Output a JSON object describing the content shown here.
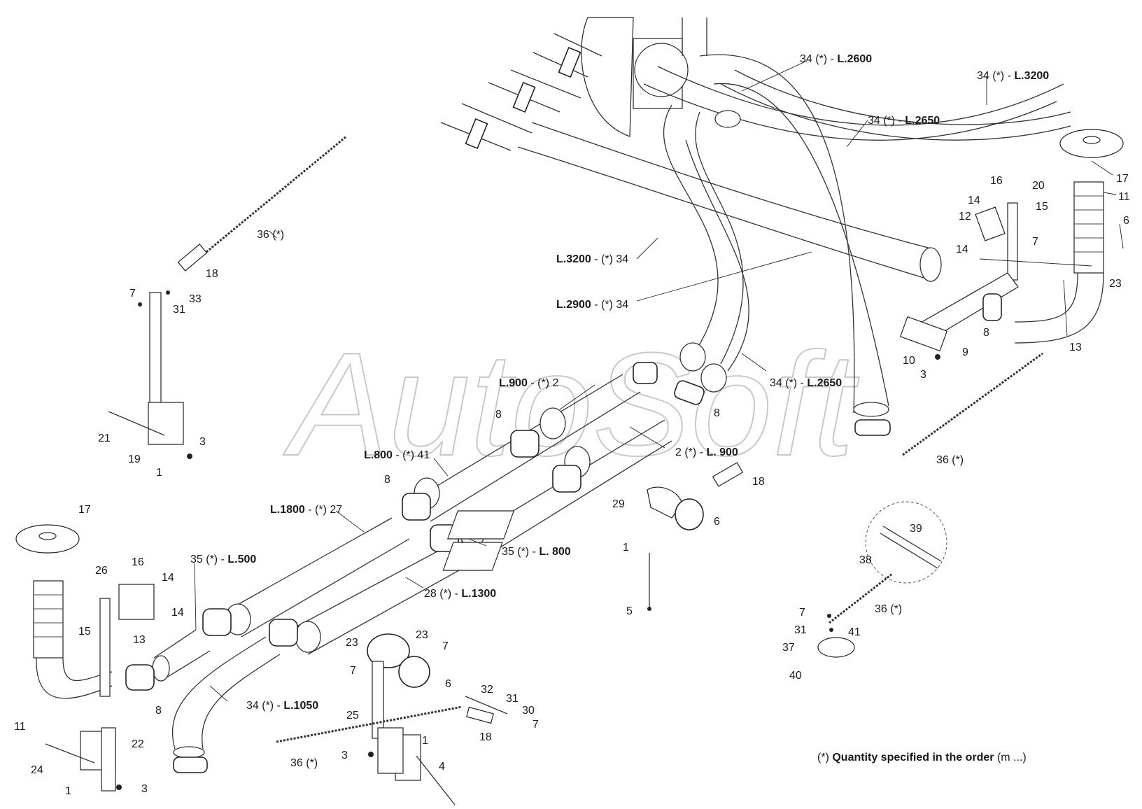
{
  "watermark": "AutoSoft",
  "note": {
    "prefix": "(*)",
    "bold": "Quantity specified in the order",
    "suffix": "(m ...)"
  },
  "labels": {
    "l34_2600": [
      "34 (*) - ",
      "L.2600"
    ],
    "l34_3200_top": [
      "34 (*) - ",
      "L.3200"
    ],
    "l34_2650_top": [
      "34 (*) - ",
      "L.2650"
    ],
    "l34_3200_left": [
      "L.3200",
      " - (*) 34"
    ],
    "l34_2900": [
      "L.2900",
      " - (*) 34"
    ],
    "l34_2650_mid": [
      "34 (*) - ",
      "L.2650"
    ],
    "l2_900_top": [
      "L.900",
      " - (*) 2"
    ],
    "l2_900": [
      "2 (*) - ",
      "L. 900"
    ],
    "l41_800": [
      "L.800",
      " - (*) 41"
    ],
    "l27_1800": [
      "L.1800",
      " - (*) 27"
    ],
    "l35_500": [
      "35 (*) - ",
      "L.500"
    ],
    "l35_800": [
      "35 (*) - ",
      "L. 800"
    ],
    "l28_1300": [
      "28 (*) - ",
      "L.1300"
    ],
    "l34_1050": [
      "34 (*) - ",
      "L.1050"
    ]
  },
  "callouts": {
    "n36_tl": "36 (*)",
    "n18_tl": "18",
    "n33": "33",
    "n31_tl": "31",
    "n7_tl": "7",
    "n21": "21",
    "n19": "19",
    "n1_tl": "1",
    "n3_tl": "3",
    "n17_r": "17",
    "n11_r": "11",
    "n16_r": "16",
    "n20": "20",
    "n14_r1": "14",
    "n15_r": "15",
    "n12": "12",
    "n7_r": "7",
    "n6_r": "6",
    "n14_r2": "14",
    "n23_r": "23",
    "n8_r": "8",
    "n10": "10",
    "n9": "9",
    "n3_r": "3",
    "n13_r": "13",
    "n36_r": "36 (*)",
    "n8_a": "8",
    "n8_b": "8",
    "n8_c": "8",
    "n18_m": "18",
    "n29": "29",
    "n6_m": "6",
    "n1_m": "1",
    "n5": "5",
    "n39": "39",
    "n38": "38",
    "n36_br": "36 (*)",
    "n7_br": "7",
    "n31_br": "31",
    "n41_br": "41",
    "n37": "37",
    "n40": "40",
    "n17_l": "17",
    "n26": "26",
    "n16_l": "16",
    "n14_l1": "14",
    "n14_l2": "14",
    "n15_l": "15",
    "n13_l": "13",
    "n11_l": "11",
    "n8_l": "8",
    "n22": "22",
    "n24": "24",
    "n1_l": "1",
    "n3_l": "3",
    "n23_a": "23",
    "n23_b": "23",
    "n7_m1": "7",
    "n7_m2": "7",
    "n6_m2": "6",
    "n25": "25",
    "n32": "32",
    "n31_m": "31",
    "n30": "30",
    "n7_m3": "7",
    "n18_b": "18",
    "n36_bm": "36 (*)",
    "n3_m": "3",
    "n1_b": "1",
    "n4": "4"
  }
}
